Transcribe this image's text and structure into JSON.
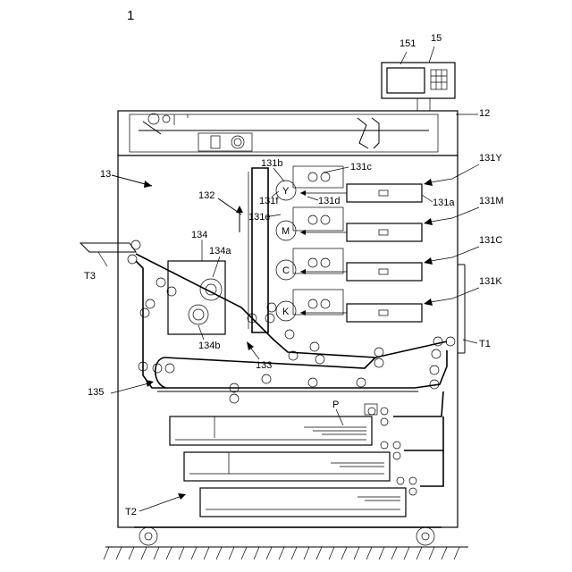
{
  "figure_number": "1",
  "labels": {
    "l151": "151",
    "l15": "15",
    "l12": "12",
    "l13": "13",
    "l131b": "131b",
    "l131c": "131c",
    "l131Y": "131Y",
    "l132": "132",
    "l131f": "131f",
    "l131d": "131d",
    "l131a": "131a",
    "l131e": "131e",
    "l131M": "131M",
    "l134": "134",
    "l134a": "134a",
    "l131C": "131C",
    "l131K": "131K",
    "lT3": "T3",
    "l134b": "134b",
    "l133": "133",
    "lT1": "T1",
    "l135": "135",
    "lP": "P",
    "lT2": "T2"
  },
  "drums": [
    "Y",
    "M",
    "C",
    "K"
  ]
}
